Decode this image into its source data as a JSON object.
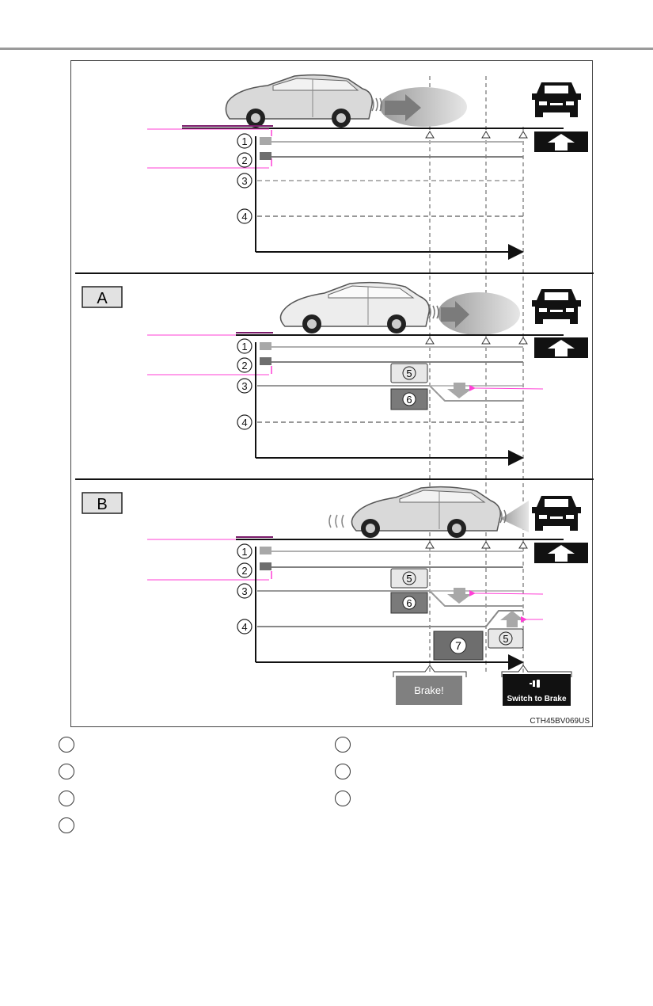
{
  "figure_code": "CTH45BV069US",
  "sections": [
    {
      "label": ""
    },
    {
      "label": "A"
    },
    {
      "label": "B"
    }
  ],
  "row_numbers": [
    "1",
    "2",
    "3",
    "4"
  ],
  "badges": {
    "five": "5",
    "six": "6",
    "seven": "7"
  },
  "displays": {
    "brake": "Brake!",
    "switch": "Switch to Brake",
    "switch_icon": "pedal-icon"
  },
  "legend": {
    "left": [
      "",
      "",
      "",
      ""
    ],
    "right": [
      "",
      "",
      ""
    ]
  },
  "colors": {
    "accent_line": "#ff3fd6",
    "black": "#000000",
    "light_gray": "#a8a8a8",
    "dark_gray": "#6e6e6e",
    "brake_box": "#808080"
  }
}
